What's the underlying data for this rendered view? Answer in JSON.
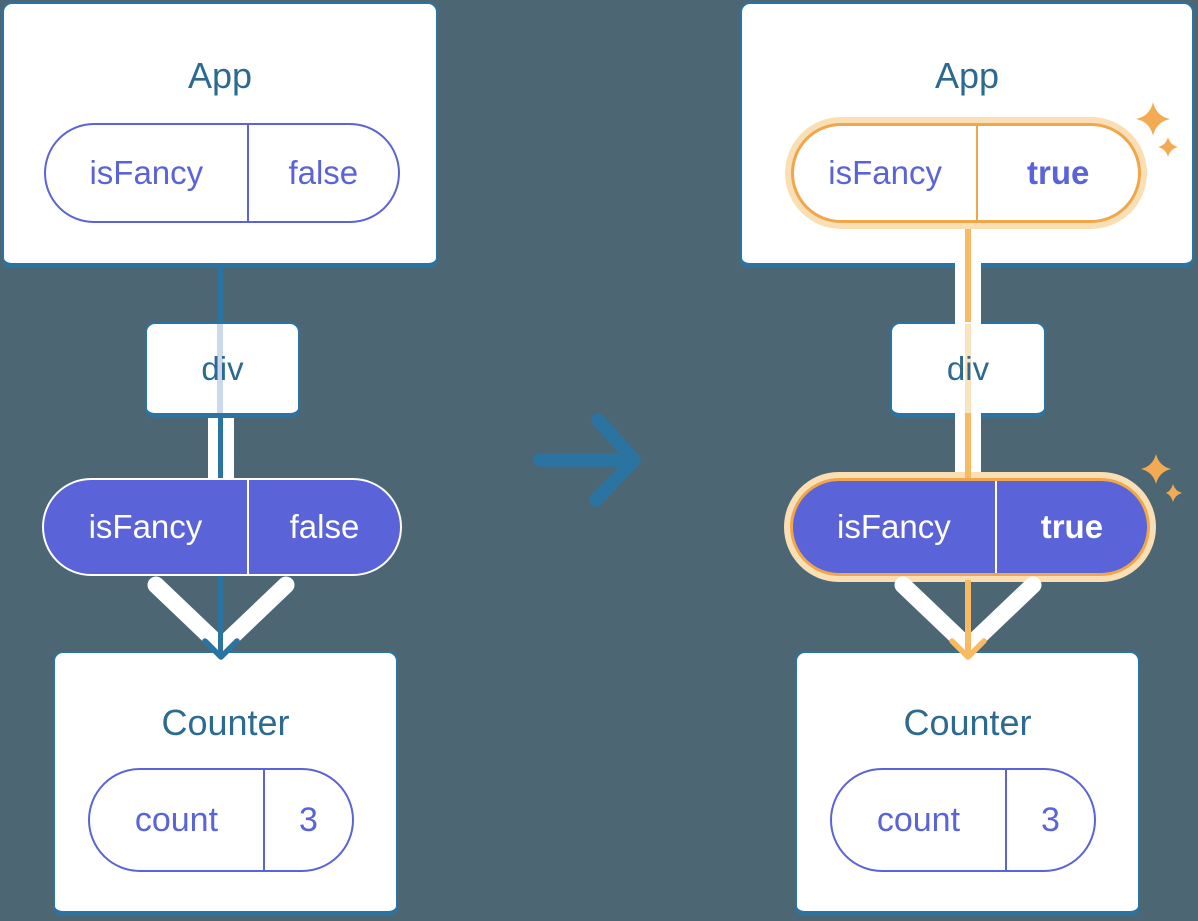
{
  "colors": {
    "background": "#4C6773",
    "stroke_blue": "#2B74A1",
    "title_text": "#2D6A90",
    "purple": "#5B63D8",
    "purple_fill": "#5A63D8",
    "pale_blue": "#CBD9EE",
    "orange": "#F0A74C",
    "orange_pale": "#FBDFB4",
    "orange_line": "#F8BA62",
    "orange_pale_line": "#FAE4C0",
    "sparkle": "#F4AA52",
    "white": "#FFFFFF"
  },
  "before": {
    "app_title": "App",
    "state_pill": {
      "key": "isFancy",
      "value": "false"
    },
    "div_label": "div",
    "prop_pill": {
      "key": "isFancy",
      "value": "false"
    },
    "counter_title": "Counter",
    "count_pill": {
      "key": "count",
      "value": "3"
    }
  },
  "after": {
    "app_title": "App",
    "state_pill": {
      "key": "isFancy",
      "value": "true"
    },
    "div_label": "div",
    "prop_pill": {
      "key": "isFancy",
      "value": "true"
    },
    "counter_title": "Counter",
    "count_pill": {
      "key": "count",
      "value": "3"
    }
  }
}
